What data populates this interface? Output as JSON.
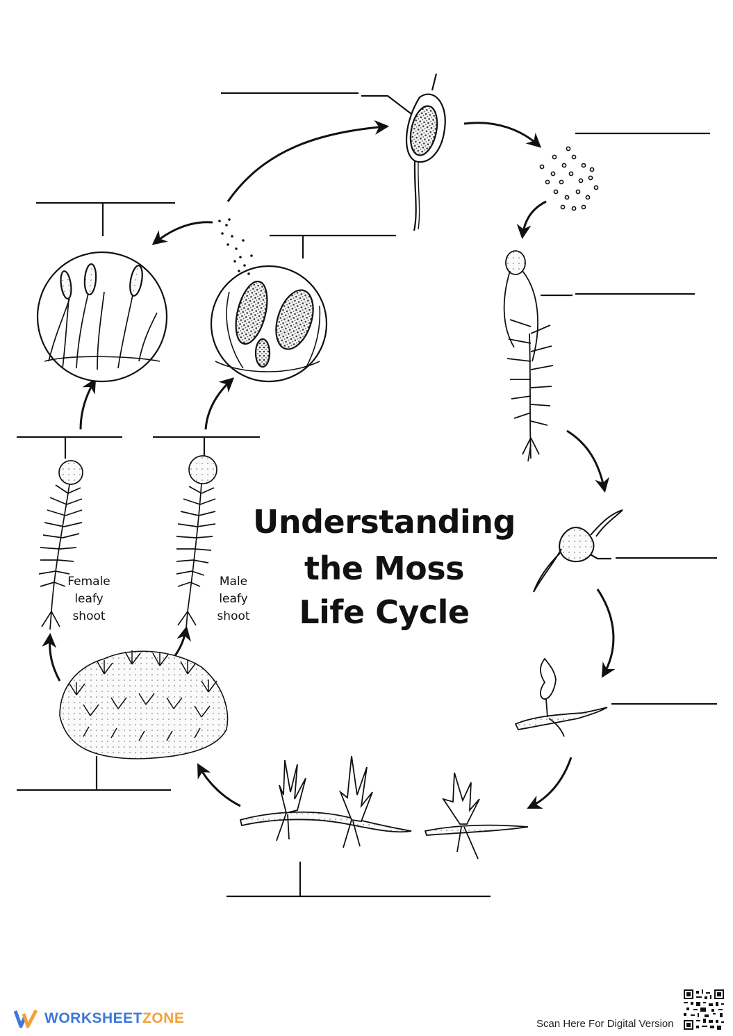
{
  "title": {
    "line1": "Understanding",
    "line2": "the Moss",
    "line3": "Life Cycle"
  },
  "labels": {
    "female_line1": "Female",
    "female_line2": "leafy shoot",
    "male_line1": "Male",
    "male_line2": "leafy shoot"
  },
  "footer": {
    "brand_part1": "WORKSHEET",
    "brand_part2": "ZONE",
    "scan_text": "Scan Here For Digital Version"
  },
  "colors": {
    "ink": "#111111",
    "brand_blue": "#3d78d8",
    "brand_orange": "#f2a23a"
  },
  "icons": [
    "worksheetzone-logo-icon",
    "qr-code-icon"
  ]
}
